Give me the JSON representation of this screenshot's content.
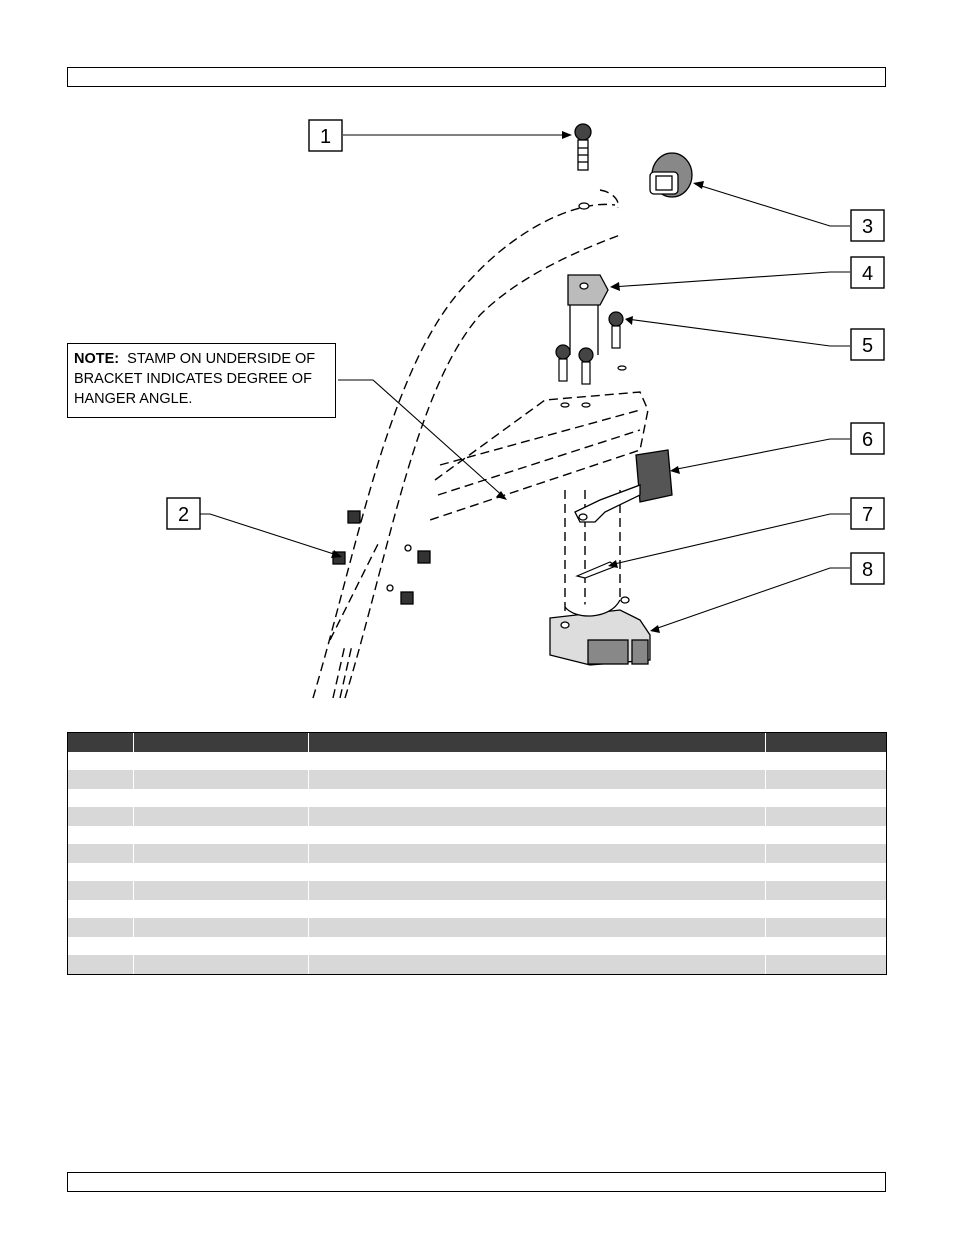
{
  "note": {
    "label": "NOTE:",
    "text": "STAMP ON UNDERSIDE OF BRACKET INDICATES DEGREE OF HANGER ANGLE."
  },
  "callouts": [
    "1",
    "2",
    "3",
    "4",
    "5",
    "6",
    "7",
    "8"
  ],
  "parts_table": {
    "row_count": 13
  }
}
